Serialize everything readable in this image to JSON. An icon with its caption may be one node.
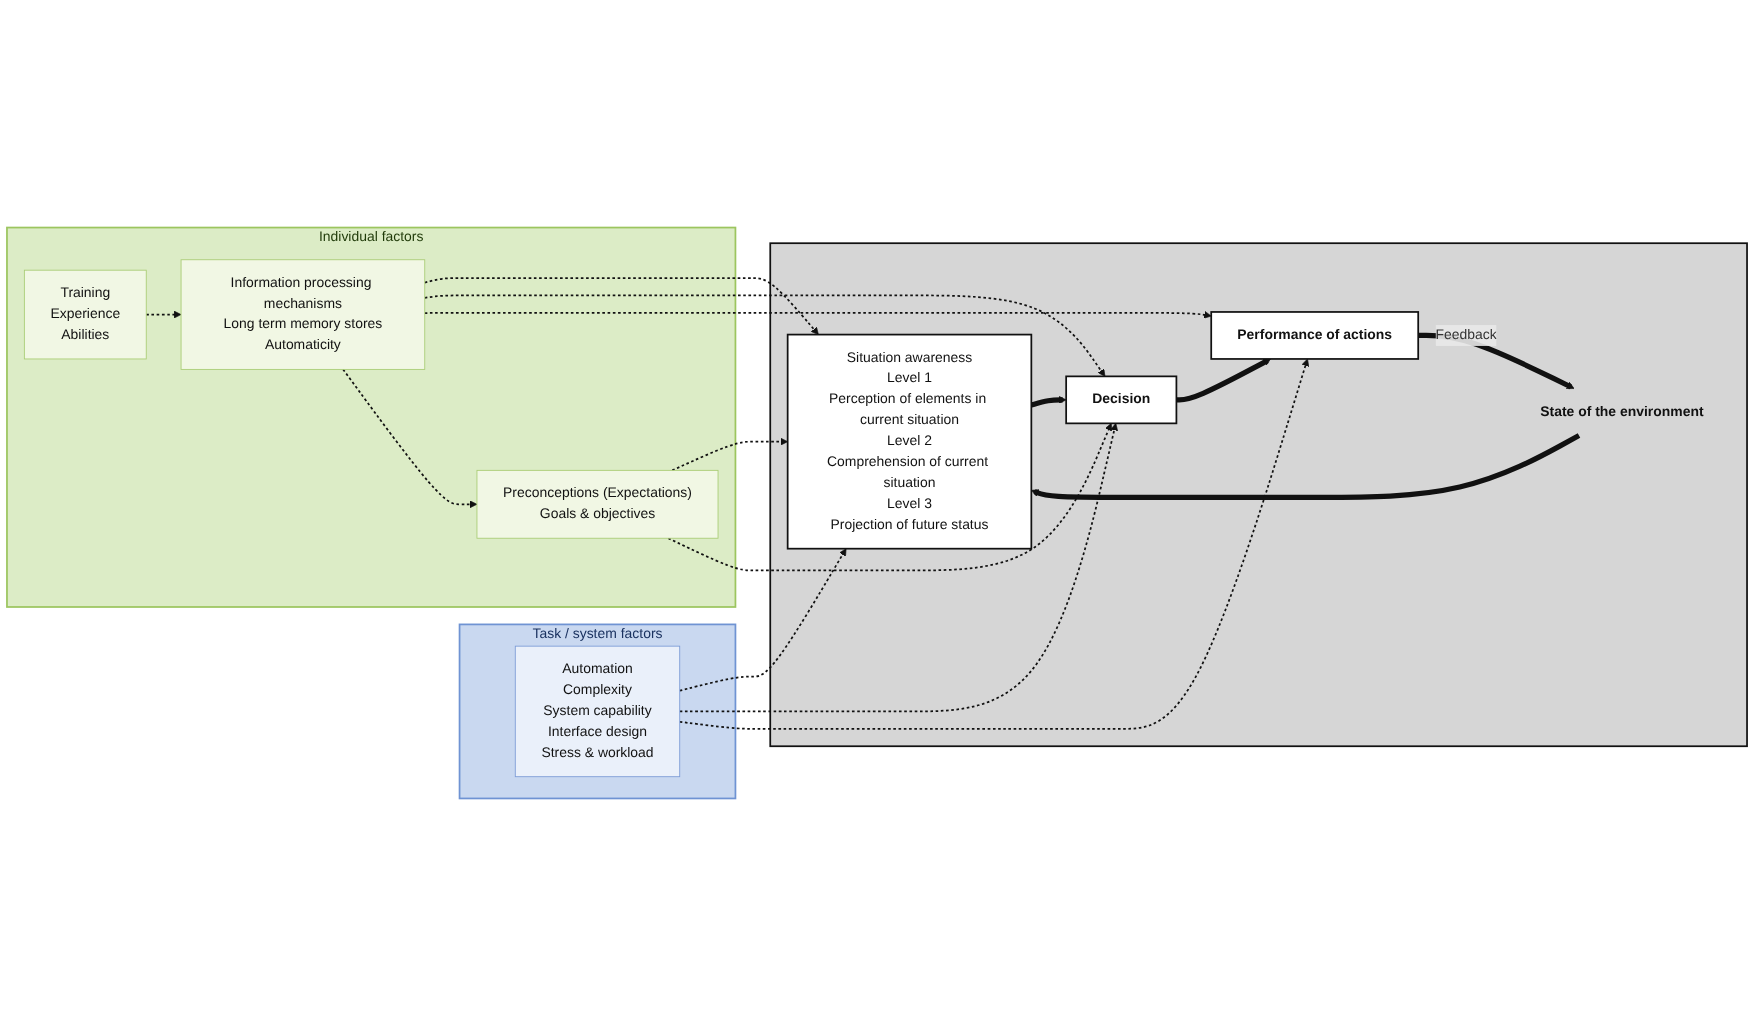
{
  "diagram": {
    "nodes": [
      {
        "text": [
          "Task / system factors"
        ]
      },
      {
        "text": [
          "Automation",
          "Complexity",
          "System capability",
          "Interface design",
          "Stress & workload"
        ],
        "in": 0
      },
      {
        "text": [],
        "shape": "box"
      },
      {
        "text": [
          "State of the environment"
        ],
        "in": 2
      },
      {
        "text": [
          "Situation awareness",
          "Level 1",
          "Perception of elements in current situation",
          "Level 2",
          "Comprehension of current situation",
          "Level 3",
          "Projection of future status"
        ],
        "in": 2
      },
      {
        "text": [
          "Decision"
        ],
        "in": 2
      },
      {
        "text": [
          "Performance of actions"
        ],
        "in": 2
      },
      {
        "text": [
          "Individual factors"
        ]
      },
      {
        "text": [
          "Preconceptions (Expectations)",
          "Goals & objectives"
        ],
        "in": 7
      },
      {
        "text": [
          "Information processing mechanisms",
          "Long term memory stores",
          "Automaticity"
        ],
        "in": 7
      },
      {
        "text": [
          "Training",
          "Experience",
          "Abilities"
        ],
        "in": 7
      }
    ],
    "edges": [
      {
        "from": 3,
        "to": 4,
        "arrow": "to",
        "style": "thick"
      },
      {
        "from": 4,
        "to": 5,
        "arrow": "to",
        "style": "thick"
      },
      {
        "from": 5,
        "to": 6,
        "arrow": "to",
        "style": "thick"
      },
      {
        "from": 6,
        "to": 3,
        "arrow": "to",
        "style": "thick",
        "label": "Feedback"
      },
      {
        "from": 1,
        "to": 4,
        "arrow": "to",
        "style": "dashed"
      },
      {
        "from": 1,
        "to": 5,
        "arrow": "to",
        "style": "dashed"
      },
      {
        "from": 1,
        "to": 6,
        "arrow": "to",
        "style": "dashed"
      },
      {
        "from": 8,
        "to": 4,
        "arrow": "to",
        "style": "dashed"
      },
      {
        "from": 8,
        "to": 5,
        "arrow": "to",
        "style": "dashed"
      },
      {
        "from": 9,
        "to": 4,
        "arrow": "to",
        "style": "dashed"
      },
      {
        "from": 9,
        "to": 5,
        "arrow": "to",
        "style": "dashed"
      },
      {
        "from": 9,
        "to": 6,
        "arrow": "to",
        "style": "dashed"
      },
      {
        "from": 9,
        "to": 8,
        "arrow": "to",
        "style": "dashed"
      },
      {
        "from": 10,
        "to": 9,
        "arrow": "to",
        "style": "dashed"
      }
    ]
  }
}
